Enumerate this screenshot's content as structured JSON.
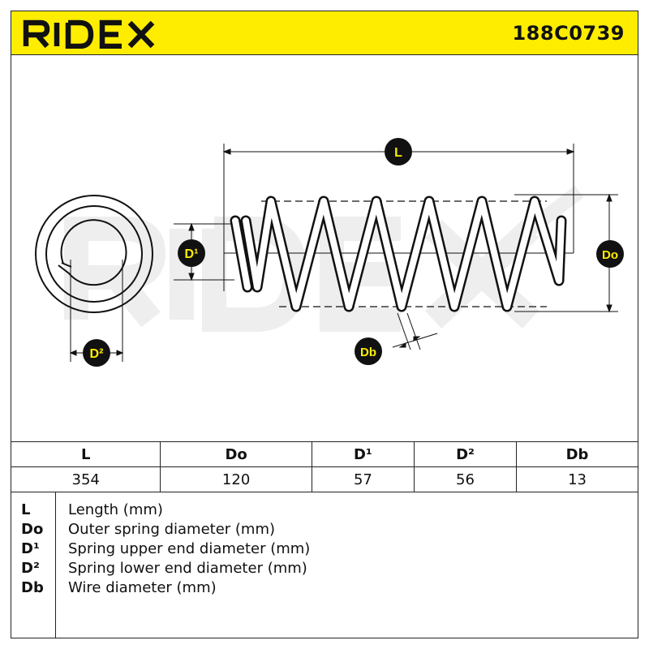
{
  "header": {
    "brand": "RIDEX",
    "part_number": "188C0739"
  },
  "diagram": {
    "watermark": "RIDEX",
    "labels": {
      "length": "L",
      "outer_diameter": "Do",
      "upper_end_diameter": "D¹",
      "lower_end_diameter": "D²",
      "wire_diameter": "Db"
    }
  },
  "spec_table": {
    "headers": [
      "L",
      "Do",
      "D¹",
      "D²",
      "Db"
    ],
    "values": [
      "354",
      "120",
      "57",
      "56",
      "13"
    ]
  },
  "legend": [
    {
      "key": "L",
      "desc": "Length (mm)"
    },
    {
      "key": "Do",
      "desc": "Outer spring diameter (mm)"
    },
    {
      "key": "D¹",
      "desc": "Spring upper end diameter (mm)"
    },
    {
      "key": "D²",
      "desc": "Spring lower end diameter (mm)"
    },
    {
      "key": "Db",
      "desc": "Wire diameter (mm)"
    }
  ],
  "colors": {
    "header_bg": "#ffed00",
    "badge_bg": "#111111",
    "badge_text": "#ffed00",
    "watermark": "#efefef"
  }
}
